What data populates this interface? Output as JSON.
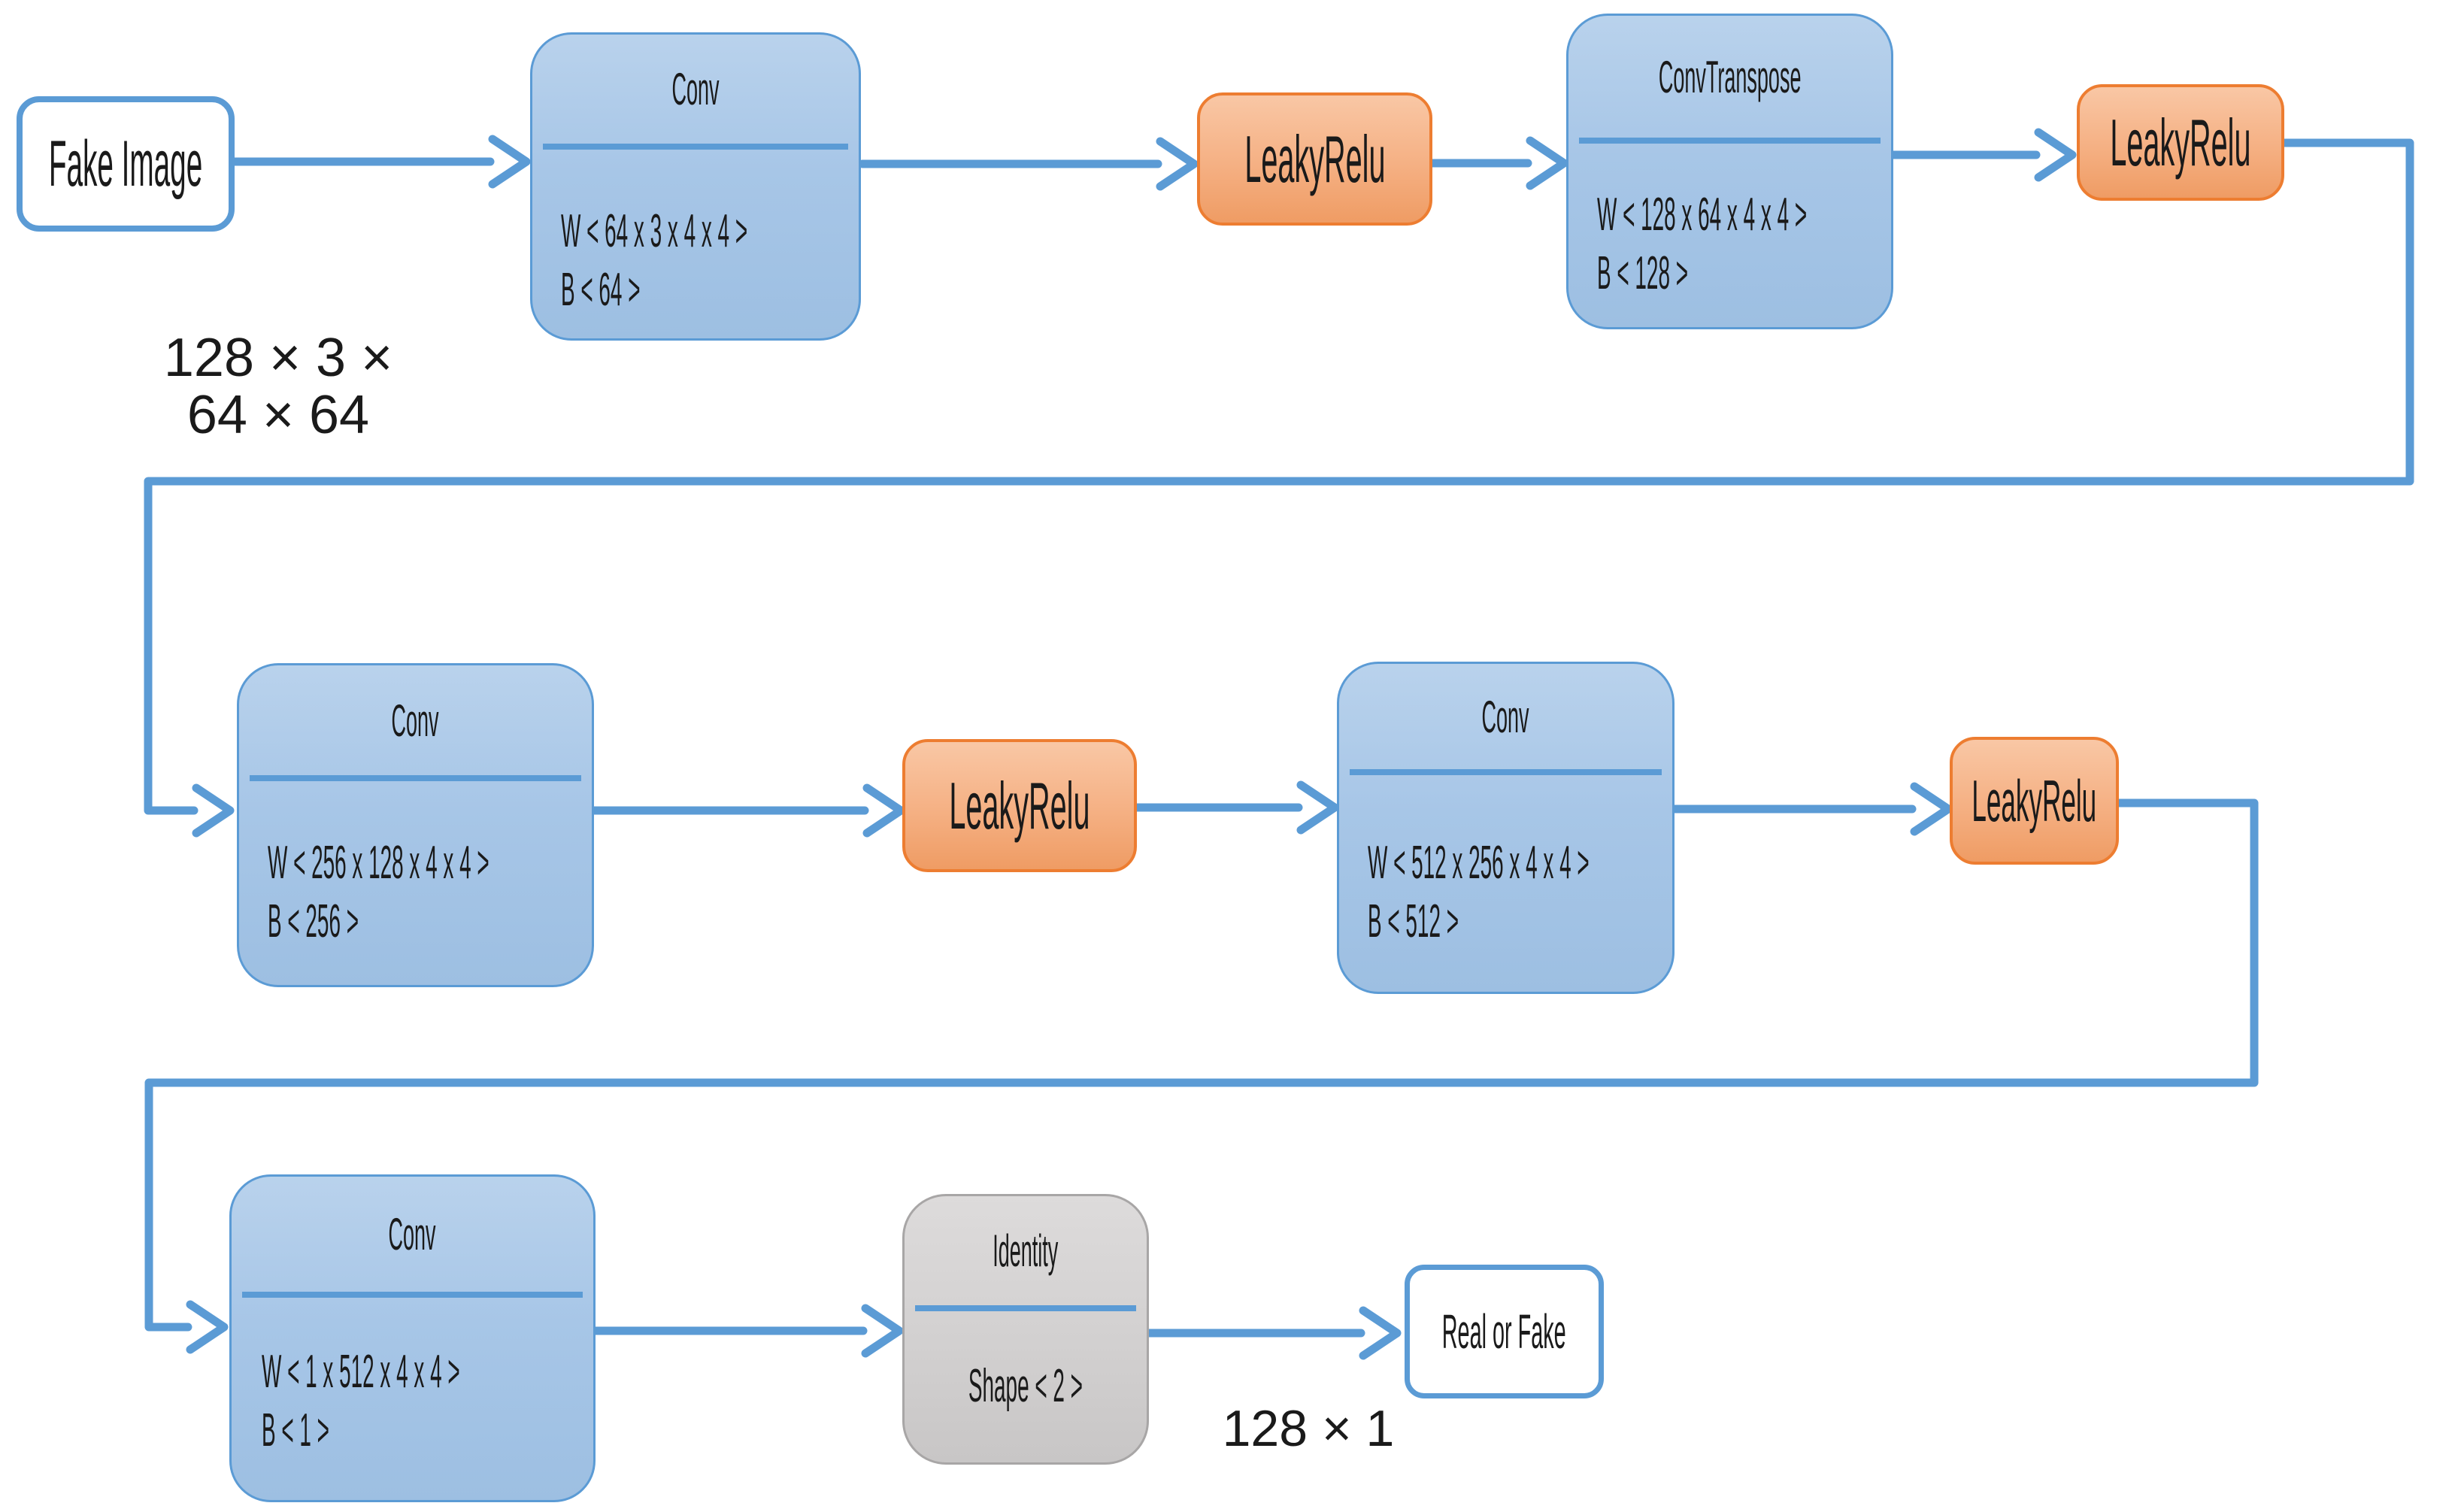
{
  "diagram": {
    "description": "GAN discriminator network flow diagram",
    "colors": {
      "connector": "#5b9bd5",
      "layer_fill_top": "#b9d2ec",
      "layer_fill_bottom": "#9dbfe2",
      "layer_border": "#5b9bd5",
      "activation_fill_top": "#f9c7a5",
      "activation_fill_bottom": "#ef9c64",
      "activation_border": "#ed7d31",
      "identity_fill": "#d2d0d0",
      "identity_border": "#a8a6a6",
      "io_fill": "#ffffff",
      "io_border": "#5b9bd5",
      "text": "#1a1a1a"
    },
    "nodes": {
      "fake_image": {
        "label": "Fake Image"
      },
      "conv1": {
        "title": "Conv",
        "weights": "W < 64 x 3 x 4 x 4 >",
        "bias": "B < 64 >"
      },
      "leakyrelu1": {
        "label": "LeakyRelu"
      },
      "convtranspose": {
        "title": "ConvTranspose",
        "weights": "W < 128 x 64 x 4 x 4 >",
        "bias": "B < 128 >"
      },
      "leakyrelu2": {
        "label": "LeakyRelu"
      },
      "conv2": {
        "title": "Conv",
        "weights": "W < 256 x 128 x 4 x 4 >",
        "bias": "B < 256 >"
      },
      "leakyrelu3": {
        "label": "LeakyRelu"
      },
      "conv3": {
        "title": "Conv",
        "weights": "W < 512 x 256 x 4 x 4 >",
        "bias": "B < 512 >"
      },
      "leakyrelu4": {
        "label": "LeakyRelu"
      },
      "conv4": {
        "title": "Conv",
        "weights": "W < 1 x 512 x 4 x 4 >",
        "bias": "B < 1 >"
      },
      "identity": {
        "title": "Identity",
        "shape": "Shape < 2 >"
      },
      "real_or_fake": {
        "label": "Real or Fake"
      }
    },
    "annotations": {
      "input_shape": "128 × 3 × 64 × 64",
      "output_shape": "128 × 1"
    }
  }
}
